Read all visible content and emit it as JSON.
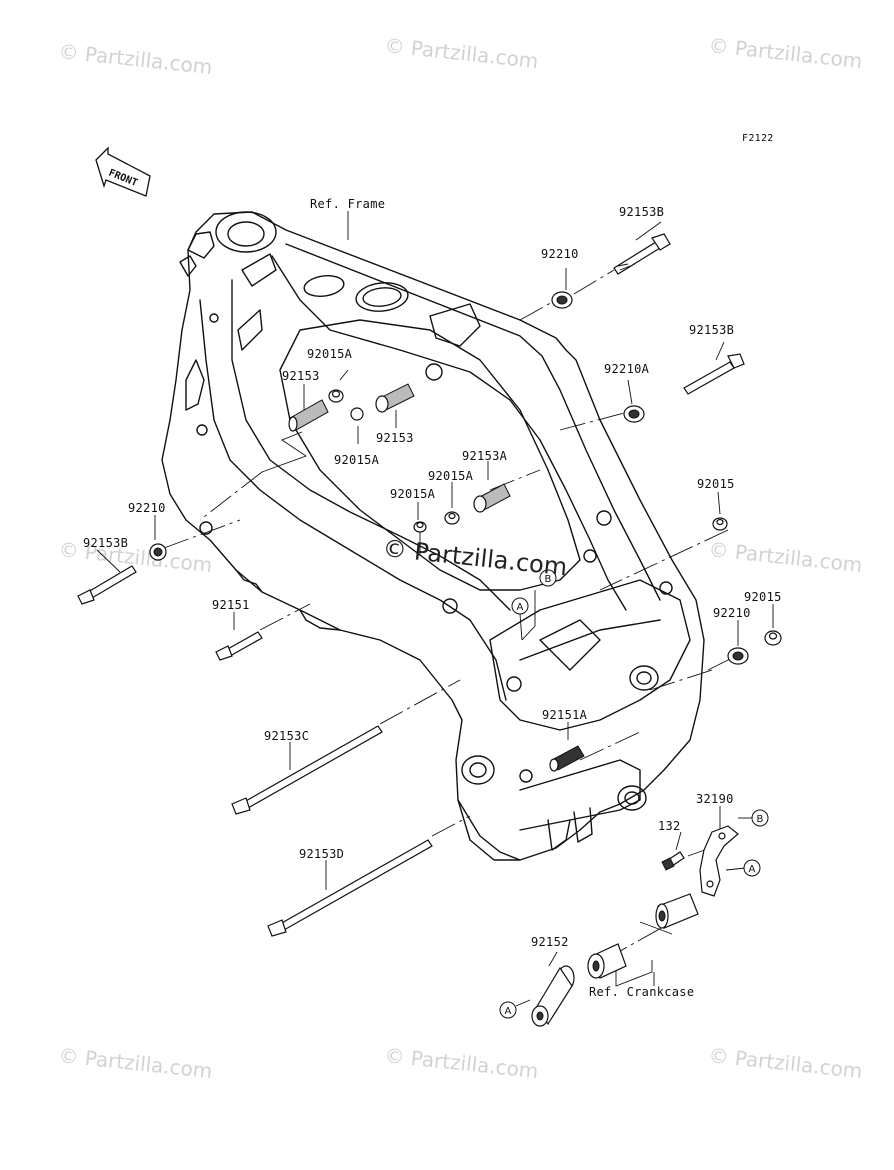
{
  "diagram": {
    "code": "F2122",
    "front_label": "FRONT",
    "ref_frame": "Ref. Frame",
    "ref_crankcase": "Ref. Crankcase"
  },
  "watermark": {
    "text": "© Partzilla.com"
  },
  "parts": [
    {
      "id": "p1",
      "number": "92153B"
    },
    {
      "id": "p2",
      "number": "92210"
    },
    {
      "id": "p3",
      "number": "92153B"
    },
    {
      "id": "p4",
      "number": "92210A"
    },
    {
      "id": "p5",
      "number": "92015A"
    },
    {
      "id": "p6",
      "number": "92153"
    },
    {
      "id": "p7",
      "number": "92153"
    },
    {
      "id": "p8",
      "number": "92015A"
    },
    {
      "id": "p9",
      "number": "92153A"
    },
    {
      "id": "p10",
      "number": "92015A"
    },
    {
      "id": "p11",
      "number": "92015A"
    },
    {
      "id": "p12",
      "number": "92015"
    },
    {
      "id": "p13",
      "number": "92210"
    },
    {
      "id": "p14",
      "number": "92153B"
    },
    {
      "id": "p15",
      "number": "92151"
    },
    {
      "id": "p16",
      "number": "92015"
    },
    {
      "id": "p17",
      "number": "92210"
    },
    {
      "id": "p18",
      "number": "92151A"
    },
    {
      "id": "p19",
      "number": "92153C"
    },
    {
      "id": "p20",
      "number": "32190"
    },
    {
      "id": "p21",
      "number": "132"
    },
    {
      "id": "p22",
      "number": "92153D"
    },
    {
      "id": "p23",
      "number": "92152"
    }
  ],
  "markers": {
    "a": "A",
    "b": "B"
  }
}
